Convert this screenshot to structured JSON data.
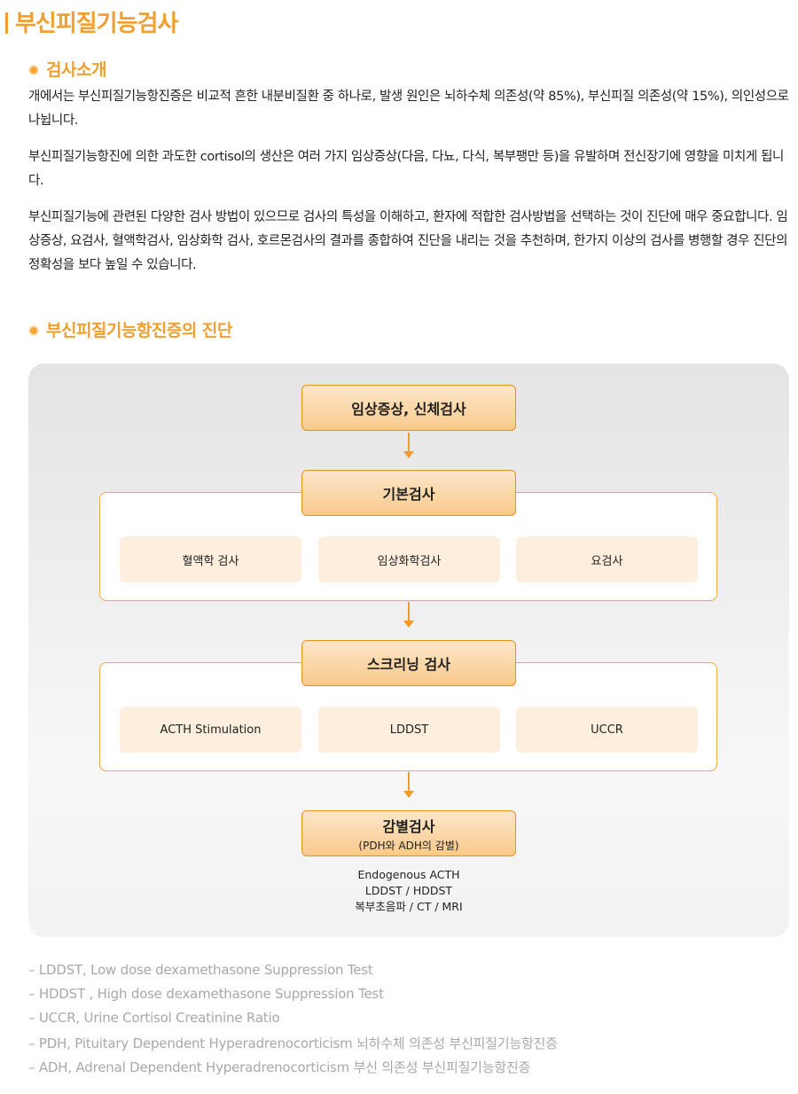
{
  "page_title": "부신피질기능검사",
  "sections": {
    "intro_title": "검사소개",
    "diagnosis_title": "부신피질기능항진증의 진단"
  },
  "paragraphs": [
    "개에서는 부신피질기능항진증은 비교적 흔한 내분비질환 중 하나로, 발생 원인은 뇌하수체 의존성(약 85%), 부신피질 의존성(약 15%), 의인성으로 나뉩니다.",
    "부신피질기능항진에 의한 과도한 cortisol의 생산은 여러 가지 임상증상(다음, 다뇨, 다식, 복부팽만 등)을 유발하며 전신장기에 영향을 미치게 됩니다.",
    "부신피질기능에 관련된 다양한 검사 방법이 있으므로 검사의 특성을 이해하고, 환자에 적합한 검사방법을 선택하는 것이 진단에 매우 중요합니다. 임상증상, 요검사, 혈액학검사, 임상화학 검사, 호르몬검사의 결과를 종합하여 진단을 내리는 것을 추천하며, 한가지 이상의 검사를 병행할 경우 진단의 정확성을 보다 높일 수 있습니다."
  ],
  "flow": {
    "step1": "임상증상, 신체검사",
    "step2": "기본검사",
    "step2_items": [
      "혈액학 검사",
      "임상화학검사",
      "요검사"
    ],
    "step3": "스크리닝 검사",
    "step3_items": [
      "ACTH Stimulation",
      "LDDST",
      "UCCR"
    ],
    "step4": "감별검사",
    "step4_sub": "(PDH와 ADH의 감별)",
    "step4_details": [
      "Endogenous ACTH",
      "LDDST / HDDST",
      "복부초음파 / CT / MRI"
    ]
  },
  "footnotes": [
    "– LDDST, Low dose dexamethasone Suppression Test",
    "– HDDST , High dose dexamethasone Suppression Test",
    "– UCCR, Urine Cortisol Creatinine Ratio",
    "– PDH, Pituitary Dependent Hyperadrenocorticism 뇌하수체 의존성 부신피질기능항진증",
    "– ADH, Adrenal Dependent Hyperadrenocorticism 부신 의존성 부신피질기능항진증"
  ],
  "colors": {
    "accent": "#f0a030",
    "box_fill": "#f9c98c",
    "chip_fill": "#fdeedd",
    "note_text": "#a8a8a8"
  }
}
